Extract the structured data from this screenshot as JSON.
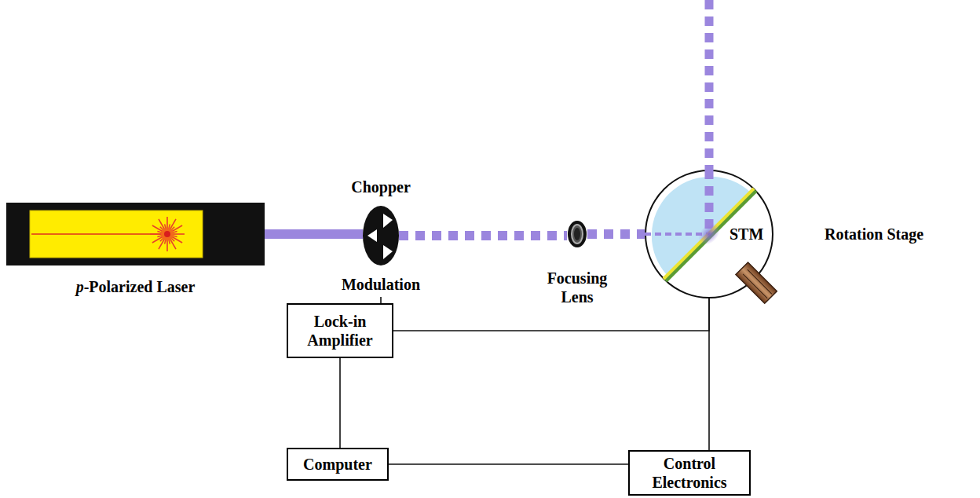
{
  "diagram": {
    "nodes": [
      {
        "text": [
          "p-Polarized Laser"
        ]
      },
      {
        "text": [
          "Chopper",
          "Modulation"
        ]
      },
      {
        "text": [
          "Focusing Lens"
        ]
      },
      {
        "text": [
          "STM",
          "Rotation Stage"
        ]
      },
      {
        "text": [
          "Lock-in Amplifier"
        ]
      },
      {
        "text": [
          "Computer"
        ]
      },
      {
        "text": [
          "Control Electronics"
        ]
      }
    ],
    "edges": [
      {
        "from": 0,
        "to": 1,
        "arrow": "none"
      },
      {
        "from": 1,
        "to": 2,
        "arrow": "none"
      },
      {
        "from": 2,
        "to": 3,
        "arrow": "none"
      },
      {
        "from": 1,
        "to": 4,
        "arrow": "none"
      },
      {
        "from": 4,
        "to": 3,
        "arrow": "none"
      },
      {
        "from": 3,
        "to": 6,
        "arrow": "none"
      },
      {
        "from": 4,
        "to": 5,
        "arrow": "none"
      },
      {
        "from": 5,
        "to": 6,
        "arrow": "none"
      }
    ]
  }
}
